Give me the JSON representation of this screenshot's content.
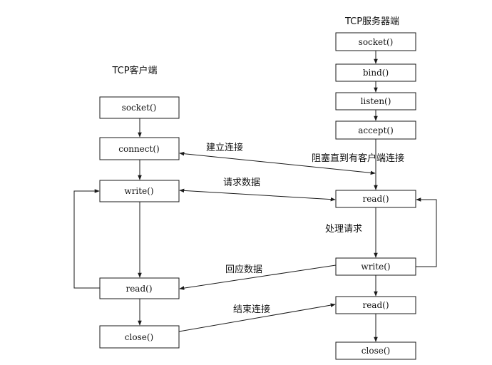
{
  "client": {
    "title": "TCP客户端",
    "steps": [
      "socket()",
      "connect()",
      "write()",
      "read()",
      "close()"
    ]
  },
  "server": {
    "title": "TCP服务器端",
    "steps": [
      "socket()",
      "bind()",
      "listen()",
      "accept()",
      "read()",
      "write()",
      "read()",
      "close()"
    ],
    "blocked_note": "阻塞直到有客户端连接",
    "process_note": "处理请求"
  },
  "exchanges": {
    "connect": "建立连接",
    "request": "请求数据",
    "reply": "回应数据",
    "close": "结束连接"
  },
  "colors": {
    "line": "#1a1a1a",
    "text": "#111111",
    "background": "#ffffff"
  }
}
